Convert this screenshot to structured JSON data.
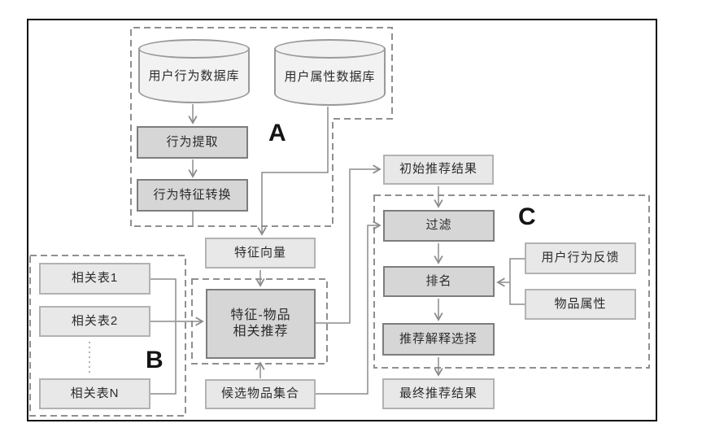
{
  "diagram": {
    "sections": {
      "a_label": "A",
      "b_label": "B",
      "c_label": "C"
    },
    "nodes": {
      "user_behavior_db": {
        "label": "用户行为数据库",
        "shape": "cylinder"
      },
      "user_attribute_db": {
        "label": "用户属性数据库",
        "shape": "cylinder"
      },
      "behavior_extraction": {
        "label": "行为提取",
        "shape": "box"
      },
      "behavior_feature_conversion": {
        "label": "行为特征转换",
        "shape": "box"
      },
      "feature_vector": {
        "label": "特征向量",
        "shape": "box"
      },
      "related_table_1": {
        "label": "相关表1",
        "shape": "box"
      },
      "related_table_2": {
        "label": "相关表2",
        "shape": "box"
      },
      "related_table_n": {
        "label": "相关表N",
        "shape": "box"
      },
      "feature_item_recommendation": {
        "label_line1": "特征-物品",
        "label_line2": "相关推荐",
        "shape": "box"
      },
      "candidate_item_set": {
        "label": "候选物品集合",
        "shape": "box"
      },
      "initial_recommendation_result": {
        "label": "初始推荐结果",
        "shape": "box"
      },
      "filter": {
        "label": "过滤",
        "shape": "box"
      },
      "ranking": {
        "label": "排名",
        "shape": "box"
      },
      "user_behavior_feedback": {
        "label": "用户行为反馈",
        "shape": "box"
      },
      "item_attribute": {
        "label": "物品属性",
        "shape": "box"
      },
      "recommendation_explanation_selection": {
        "label": "推荐解释选择",
        "shape": "box"
      },
      "final_recommendation_result": {
        "label": "最终推荐结果",
        "shape": "box"
      }
    },
    "edges": [
      {
        "from": "user_behavior_db",
        "to": "behavior_extraction"
      },
      {
        "from": "behavior_extraction",
        "to": "behavior_feature_conversion"
      },
      {
        "from": "behavior_feature_conversion",
        "to": "feature_vector"
      },
      {
        "from": "user_attribute_db",
        "to": "feature_vector"
      },
      {
        "from": "feature_vector",
        "to": "feature_item_recommendation"
      },
      {
        "from": "related_table_1",
        "to": "feature_item_recommendation"
      },
      {
        "from": "related_table_2",
        "to": "feature_item_recommendation"
      },
      {
        "from": "related_table_n",
        "to": "feature_item_recommendation"
      },
      {
        "from": "candidate_item_set",
        "to": "feature_item_recommendation"
      },
      {
        "from": "feature_item_recommendation",
        "to": "initial_recommendation_result"
      },
      {
        "from": "initial_recommendation_result",
        "to": "filter"
      },
      {
        "from": "candidate_item_set",
        "to": "filter"
      },
      {
        "from": "filter",
        "to": "ranking"
      },
      {
        "from": "user_behavior_feedback",
        "to": "ranking"
      },
      {
        "from": "item_attribute",
        "to": "ranking"
      },
      {
        "from": "ranking",
        "to": "recommendation_explanation_selection"
      },
      {
        "from": "recommendation_explanation_selection",
        "to": "final_recommendation_result"
      }
    ],
    "colors": {
      "dark_box_fill": "#d6d6d6",
      "dark_box_border": "#7d7d7d",
      "light_box_fill": "#e8e8e8",
      "light_box_border": "#b2b2b2",
      "cylinder_fill": "#f2f2f2",
      "line": "#8c8c8c",
      "dashed_border": "#8f8f8f",
      "frame": "#0d0d0d"
    }
  }
}
